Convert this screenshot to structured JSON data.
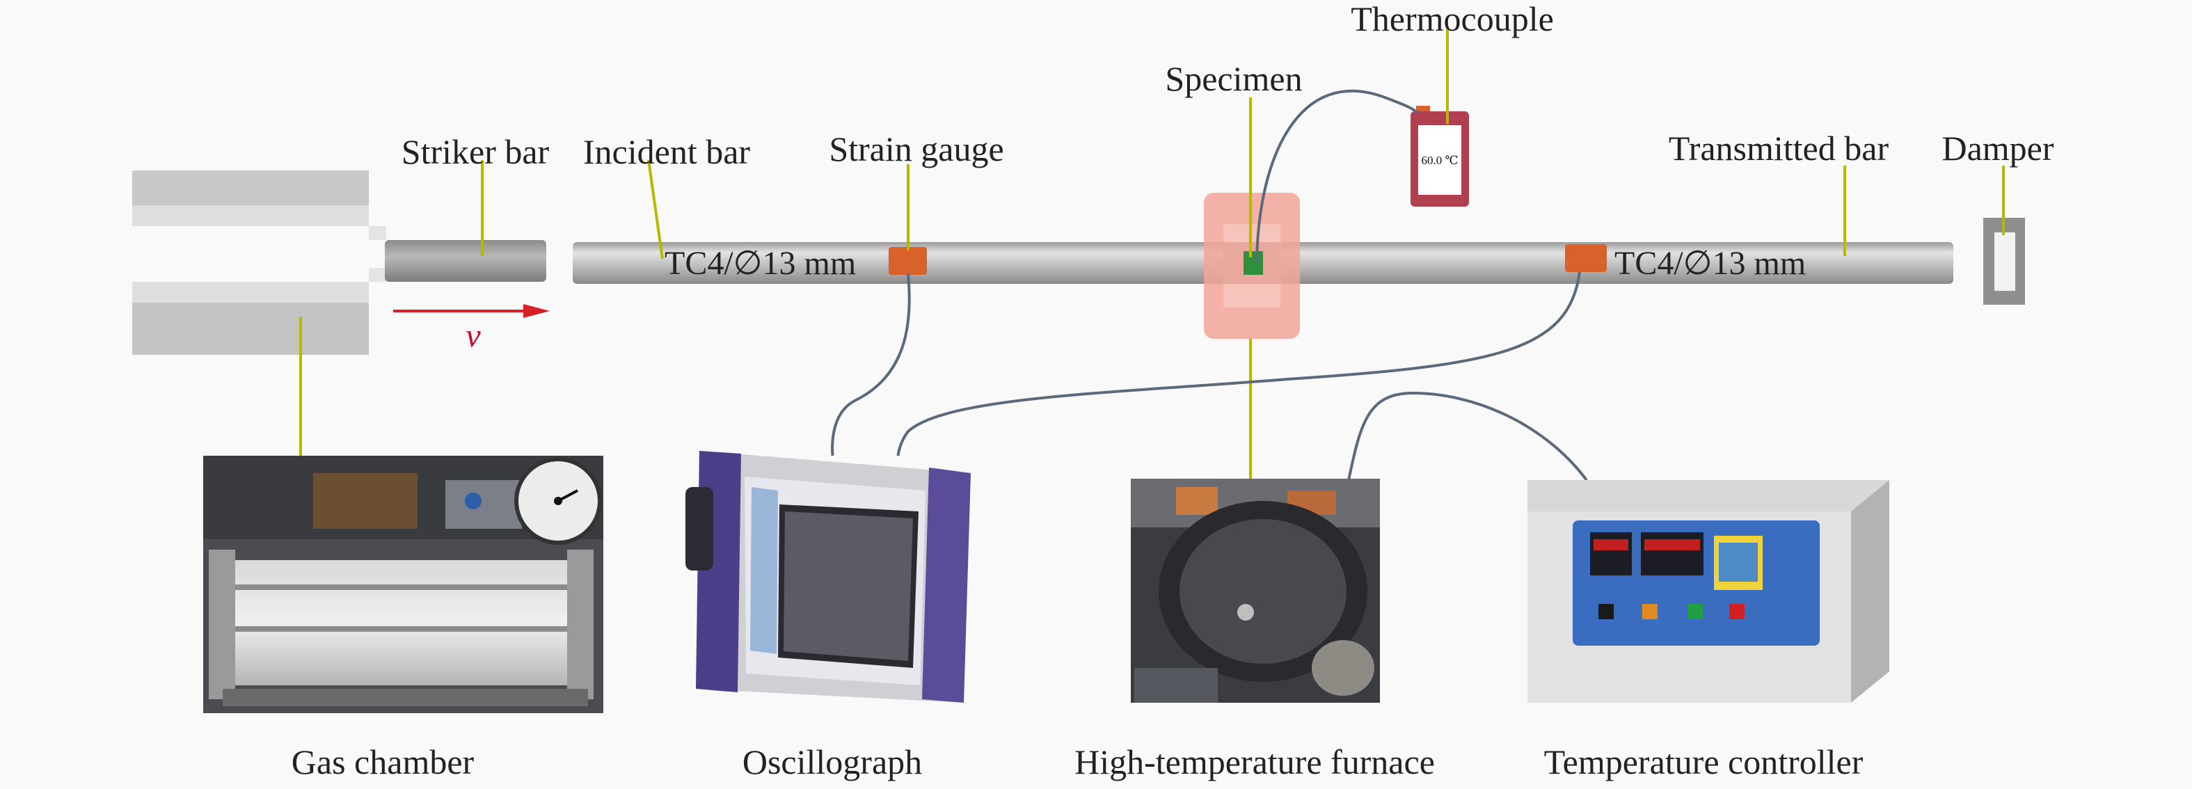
{
  "labels": {
    "striker_bar": "Striker bar",
    "incident_bar": "Incident bar",
    "strain_gauge": "Strain gauge",
    "specimen": "Specimen",
    "thermocouple": "Thermocouple",
    "transmitted_bar": "Transmitted bar",
    "damper": "Damper",
    "incident_spec": "TC4/∅13 mm",
    "transmitted_spec": "TC4/∅13 mm",
    "velocity": "v",
    "thermocouple_reading": "60.0 ℃"
  },
  "captions": {
    "gas_chamber": "Gas chamber",
    "oscillograph": "Oscillograph",
    "furnace": "High-temperature furnace",
    "temperature_controller": "Temperature controller"
  },
  "colors": {
    "bar": "#c4c4c4",
    "leader": "#b8b800",
    "strain_gauge": "#d9622b",
    "furnace": "#f2a59a",
    "specimen": "#2f8f3c",
    "thermocouple_body": "#b04050",
    "velocity_arrow": "#d81f26",
    "controller_panel": "#3a6cc0"
  }
}
